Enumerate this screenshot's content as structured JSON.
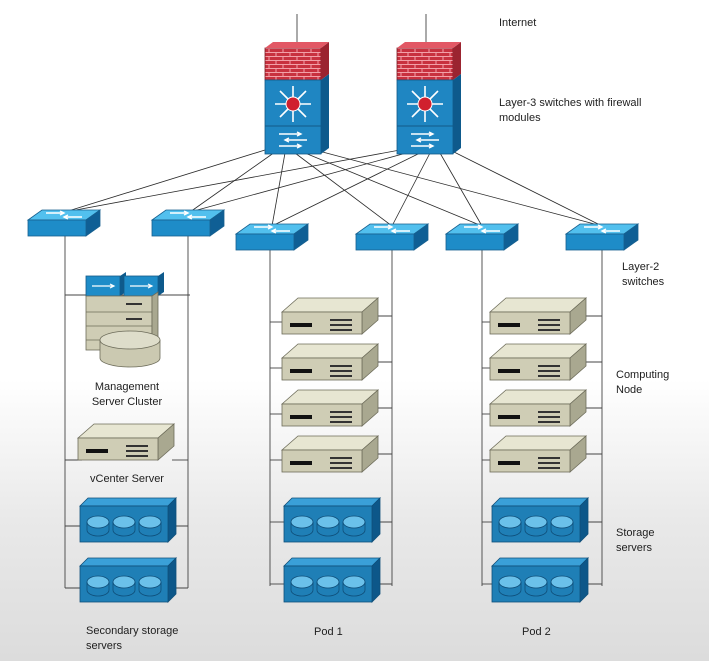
{
  "labels": {
    "internet": "Internet",
    "layer3": "Layer-3 switches with firewall\nmodules",
    "layer2": "Layer-2\nswitches",
    "management": "Management\nServer Cluster",
    "vcenter": "vCenter Server",
    "computing": "Computing\nNode",
    "storage": "Storage\nservers",
    "secondary": "Secondary storage\nservers",
    "pod1": "Pod 1",
    "pod2": "Pod 2"
  },
  "colors": {
    "firewall_red": "#c8313f",
    "switch_blue": "#1d8ac6",
    "switch_top": "#42b5e8",
    "server_beige": "#d0cfb8",
    "storage_blue": "#1f7fb6"
  }
}
